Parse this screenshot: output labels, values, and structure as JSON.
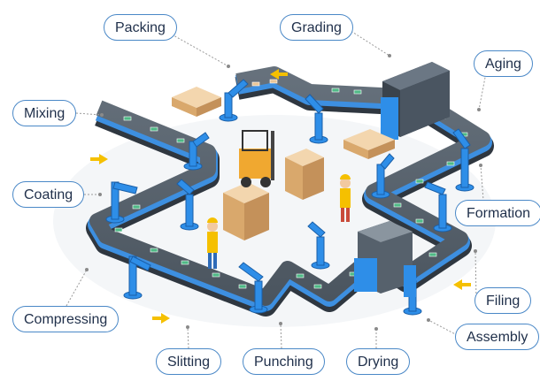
{
  "stages": {
    "packing": "Packing",
    "grading": "Grading",
    "aging": "Aging",
    "mixing": "Mixing",
    "coating": "Coating",
    "formation": "Formation",
    "filing": "Filing",
    "compressing": "Compressing",
    "assembly": "Assembly",
    "slitting": "Slitting",
    "punching": "Punching",
    "drying": "Drying"
  },
  "colors": {
    "conveyor_top": "#55606b",
    "conveyor_side": "#2f3740",
    "conveyor_rail": "#3d8fe0",
    "robot": "#2e8ee8",
    "box": "#e9c596",
    "forklift": "#f0a830",
    "label_border": "#4a88c7",
    "direction_arrow": "#f5c000"
  }
}
